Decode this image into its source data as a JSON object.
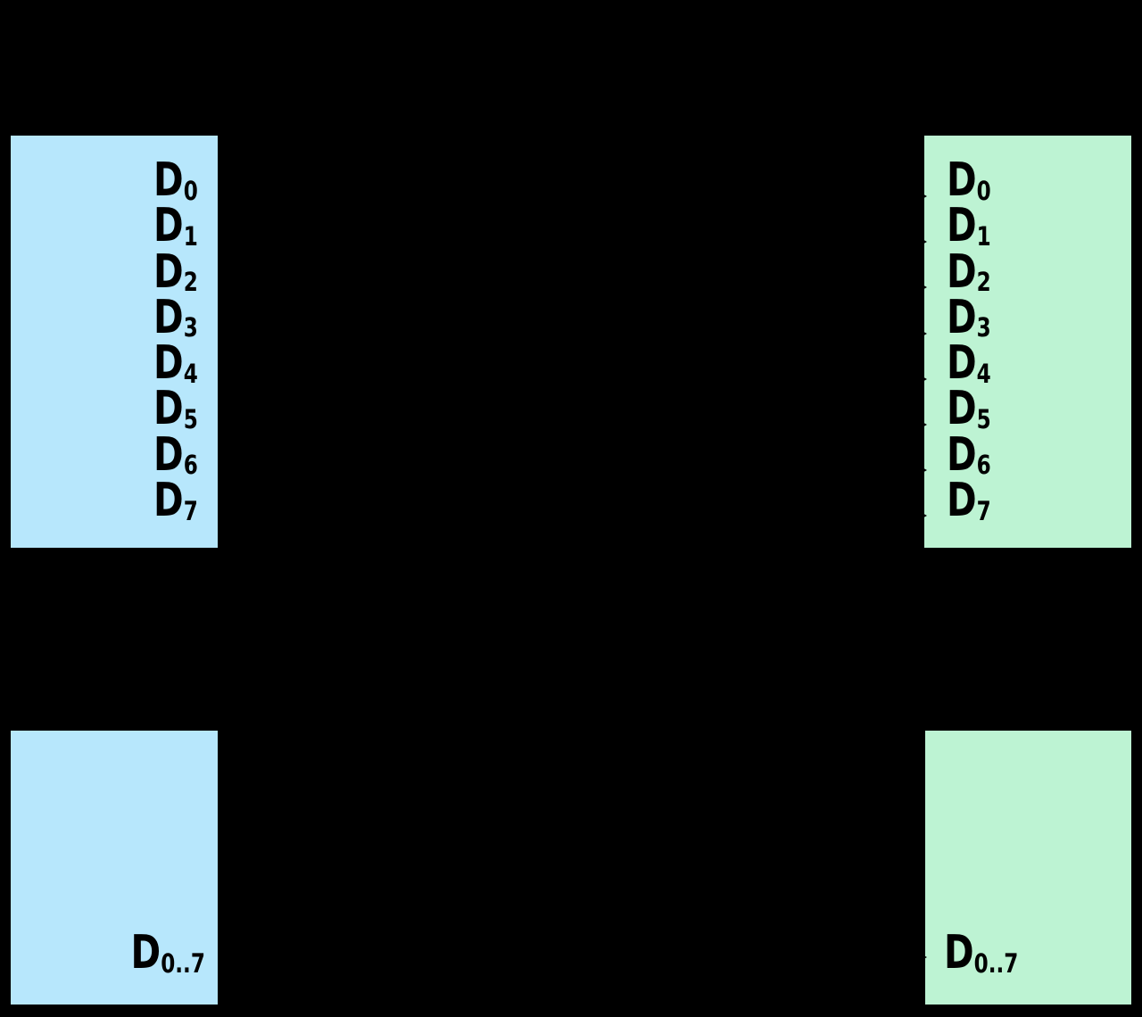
{
  "colors": {
    "background": "#000000",
    "sender_box_fill": "#b7e7fc",
    "receiver_box_fill": "#bdf3d3",
    "label_text": "#000000",
    "arrow_tip": "#000000"
  },
  "parallel": {
    "sender": {
      "labels": [
        {
          "base": "D",
          "sub": "0"
        },
        {
          "base": "D",
          "sub": "1"
        },
        {
          "base": "D",
          "sub": "2"
        },
        {
          "base": "D",
          "sub": "3"
        },
        {
          "base": "D",
          "sub": "4"
        },
        {
          "base": "D",
          "sub": "5"
        },
        {
          "base": "D",
          "sub": "6"
        },
        {
          "base": "D",
          "sub": "7"
        }
      ]
    },
    "receiver": {
      "labels": [
        {
          "base": "D",
          "sub": "0"
        },
        {
          "base": "D",
          "sub": "1"
        },
        {
          "base": "D",
          "sub": "2"
        },
        {
          "base": "D",
          "sub": "3"
        },
        {
          "base": "D",
          "sub": "4"
        },
        {
          "base": "D",
          "sub": "5"
        },
        {
          "base": "D",
          "sub": "6"
        },
        {
          "base": "D",
          "sub": "7"
        }
      ]
    }
  },
  "serial": {
    "sender": {
      "label": {
        "base": "D",
        "sub": "0..7"
      }
    },
    "receiver": {
      "label": {
        "base": "D",
        "sub": "0..7"
      }
    }
  }
}
